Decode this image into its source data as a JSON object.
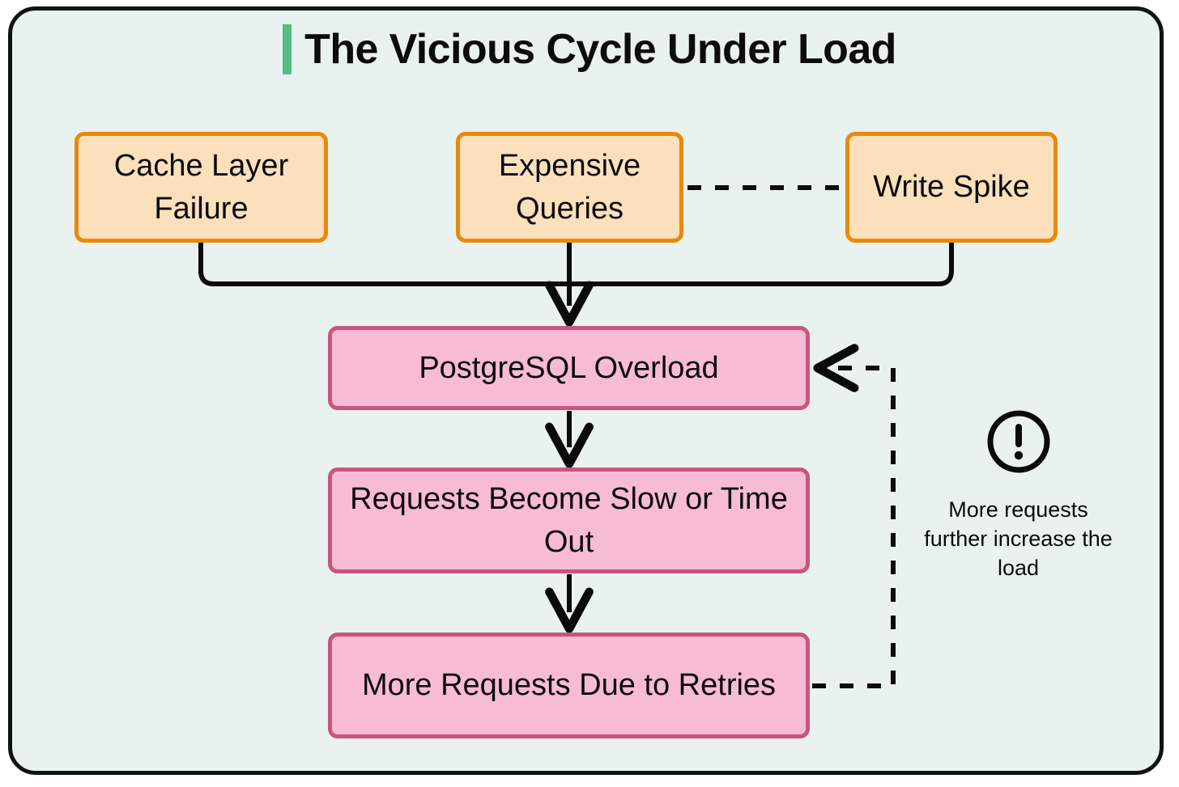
{
  "header": {
    "title": "The Vicious Cycle Under Load",
    "accent_color": "#55be85"
  },
  "canvas": {
    "background": "#e9f2ee",
    "border_color": "#121212"
  },
  "nodes": {
    "causes": [
      {
        "id": "cache-layer-failure",
        "label": "Cache Layer Failure",
        "fill": "#fce0bc",
        "stroke": "#e8890c"
      },
      {
        "id": "expensive-queries",
        "label": "Expensive Queries",
        "fill": "#fce0bc",
        "stroke": "#e8890c"
      },
      {
        "id": "write-spike",
        "label": "Write Spike",
        "fill": "#fce0bc",
        "stroke": "#e8890c"
      }
    ],
    "effects": [
      {
        "id": "postgresql-overload",
        "label": "PostgreSQL Overload",
        "fill": "#f8bbd4",
        "stroke": "#c9557f"
      },
      {
        "id": "requests-slow",
        "label": "Requests Become Slow or Time Out",
        "fill": "#f8bbd4",
        "stroke": "#c9557f"
      },
      {
        "id": "more-requests",
        "label": "More Requests Due to Retries",
        "fill": "#f8bbd4",
        "stroke": "#c9557f"
      }
    ]
  },
  "edges": [
    {
      "from": "cache-layer-failure",
      "to": "postgresql-overload",
      "style": "solid",
      "arrow": true
    },
    {
      "from": "expensive-queries",
      "to": "postgresql-overload",
      "style": "solid",
      "arrow": true
    },
    {
      "from": "write-spike",
      "to": "postgresql-overload",
      "style": "solid",
      "arrow": true
    },
    {
      "from": "expensive-queries",
      "to": "write-spike",
      "style": "dashed",
      "arrow": false
    },
    {
      "from": "postgresql-overload",
      "to": "requests-slow",
      "style": "solid",
      "arrow": true
    },
    {
      "from": "requests-slow",
      "to": "more-requests",
      "style": "solid",
      "arrow": true
    },
    {
      "from": "more-requests",
      "to": "postgresql-overload",
      "style": "dashed",
      "arrow": true
    }
  ],
  "annotation": {
    "icon": "exclamation-circle-icon",
    "text": "More requests further increase the load"
  }
}
